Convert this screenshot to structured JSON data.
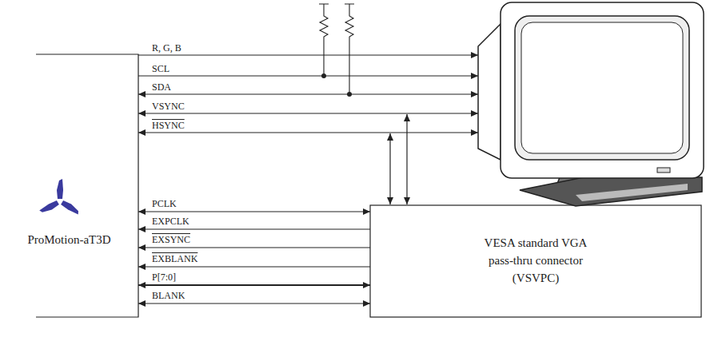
{
  "diagram": {
    "nodes": [
      {
        "text": [
          "ProMotion-aT3D"
        ]
      },
      {
        "text": [
          "VESA standard VGA pass-thru connector (VSVPC)"
        ]
      }
    ],
    "edges": [
      {
        "from": 0,
        "to": 1,
        "arrow": "both",
        "label": "PCLK"
      },
      {
        "from": 1,
        "to": 0,
        "arrow": "to",
        "label": "EXPCLK"
      },
      {
        "from": 1,
        "to": 0,
        "arrow": "to",
        "label": "EXSYNC"
      },
      {
        "from": 1,
        "to": 0,
        "arrow": "to",
        "label": "EXBLANK"
      },
      {
        "from": 0,
        "to": 1,
        "arrow": "both",
        "label": "P[7:0]"
      },
      {
        "from": 0,
        "to": 1,
        "arrow": "both",
        "label": "BLANK"
      }
    ],
    "labels": [
      "R, G, B",
      "SCL",
      "SDA",
      "VSYNC",
      "HSYNC"
    ]
  }
}
